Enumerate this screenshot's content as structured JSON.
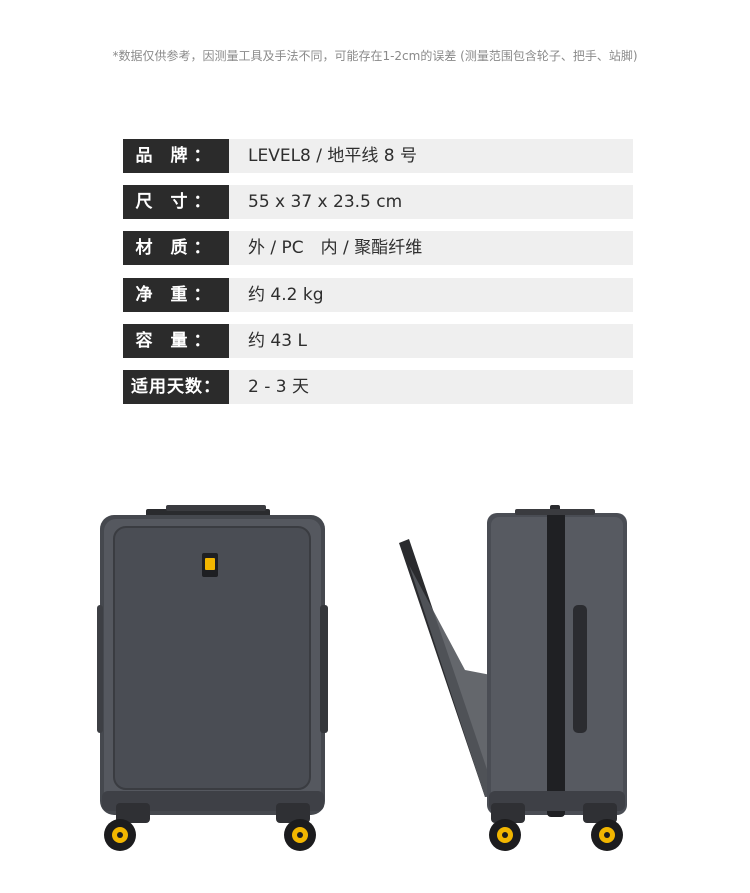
{
  "note": "*数据仅供参考，因测量工具及手法不同，可能存在1-2cm的误差 (测量范围包含轮子、把手、站脚)",
  "specs": [
    {
      "label": "品 牌：",
      "value": "LEVEL8 / 地平线 8 号"
    },
    {
      "label": "尺 寸：",
      "value": "55 x 37 x 23.5 cm"
    },
    {
      "label": "材 质：",
      "value": "外 / PC　内 / 聚酯纤维"
    },
    {
      "label": "净 重：",
      "value": "约 4.2 kg"
    },
    {
      "label": "容 量：",
      "value": "约 43 L"
    },
    {
      "label": "适用天数：",
      "value": " 2 - 3 天"
    }
  ],
  "colors": {
    "label_bg": "#2b2b2b",
    "value_bg": "#efefef",
    "shell": "#4a4d53",
    "accent_yellow": "#f2b600"
  },
  "illustrations": [
    {
      "name": "suitcase-front-view"
    },
    {
      "name": "suitcase-side-view-open-lid"
    }
  ]
}
